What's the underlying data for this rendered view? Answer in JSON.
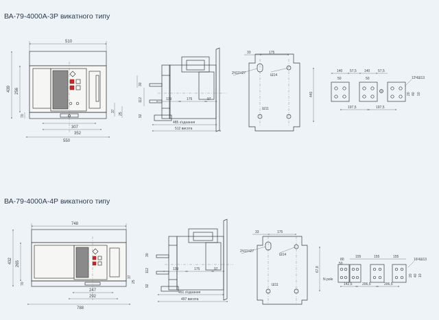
{
  "top": {
    "title": "ВА-79-4000А-3Р   викатного типу",
    "front": {
      "w510": "510",
      "h439": "439",
      "h256": "256",
      "h70": "70",
      "h37": "37",
      "h25": "25",
      "w307": "307",
      "w352": "352",
      "w550": "550"
    },
    "side": {
      "v30": "30",
      "v112": "112",
      "v92": "92",
      "h139": "139",
      "h175": "175",
      "h97": "97",
      "h485": "485 з'єднання",
      "h512": "512 висота"
    },
    "mount": {
      "h33": "33",
      "h175": "175",
      "hole": "2Ч11Ч27",
      "sh14": "Ш14",
      "sh11": "Ш11",
      "v440": "440"
    },
    "terminals": {
      "t140a": "140",
      "t575a": "57,5",
      "t140b": "140",
      "t575b": "57,5",
      "t50a": "50",
      "t50b": "50",
      "bolt": "12ЧШ13",
      "v40": "40",
      "v10": "10",
      "v20": "20",
      "b1975a": "197,5",
      "b1975b": "197,5"
    }
  },
  "bottom": {
    "title": "ВА-79-4000А-4Р   викатного типу",
    "front": {
      "w748": "748",
      "h432": "432",
      "h265": "265",
      "h70": "70",
      "h37": "37",
      "h25": "25",
      "w247": "247",
      "w292": "292",
      "w788": "788"
    },
    "side": {
      "v30": "30",
      "v112": "112",
      "v92": "92",
      "h139": "139",
      "h175": "175",
      "h97": "97",
      "h451": "451 з'єднання",
      "h497": "497 висота"
    },
    "mount": {
      "h33": "33",
      "h175": "175",
      "hole": "2Ч11Ч27",
      "sh14": "Ш14",
      "sh11": "Ш11",
      "v678": "67,8"
    },
    "terminals": {
      "t80": "80",
      "t155a": "155",
      "t155b": "155",
      "t155c": "155",
      "t50": "50",
      "npole": "N pole",
      "bolt": "16ЧШ13",
      "v20": "20",
      "v40": "40",
      "v10": "10",
      "b1425": "142,5",
      "b2065a": "206,5",
      "b2065b": "206,5"
    }
  }
}
